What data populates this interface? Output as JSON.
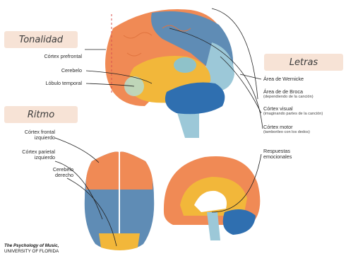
{
  "headers": {
    "tonalidad": "Tonalidad",
    "ritmo": "Ritmo",
    "letras": "Letras"
  },
  "labels_left": {
    "cortex_prefrontal": "Córtex prefrontal",
    "cerebelo": "Cerebelo",
    "lobulo_temporal": "Lóbulo temporal",
    "cortex_frontal_izq": [
      "Córtex frontal",
      "izquierdo"
    ],
    "cortex_parietal_izq": [
      "Córtex parietal",
      "izquierdo"
    ],
    "cerebelo_derecho": [
      "Cerebelo",
      "derecho"
    ]
  },
  "labels_right": {
    "wernicke": "Área de Wernicke",
    "broca": {
      "main": "Área de de Broca",
      "sub": "(dependiendo de la canción)"
    },
    "visual": {
      "main": "Córtex visual",
      "sub": "(imaginando partes de la canción)"
    },
    "motor": {
      "main": "Córtex motor",
      "sub": "(tamborileo con los dedos)"
    },
    "emocionales": [
      "Respuestas",
      "emocionales"
    ]
  },
  "credit": {
    "title": "The Psychology of Music,",
    "org": "UNIVERSITY OF FLORIDA"
  },
  "colors": {
    "orange": "#f08a55",
    "blue": "#5f8cb5",
    "yellow": "#f2b73a",
    "dark_blue": "#2f6fb0",
    "light_blue": "#9cc8d8",
    "teal": "#8fc2c9",
    "header_bg": "#f7e3d6"
  }
}
